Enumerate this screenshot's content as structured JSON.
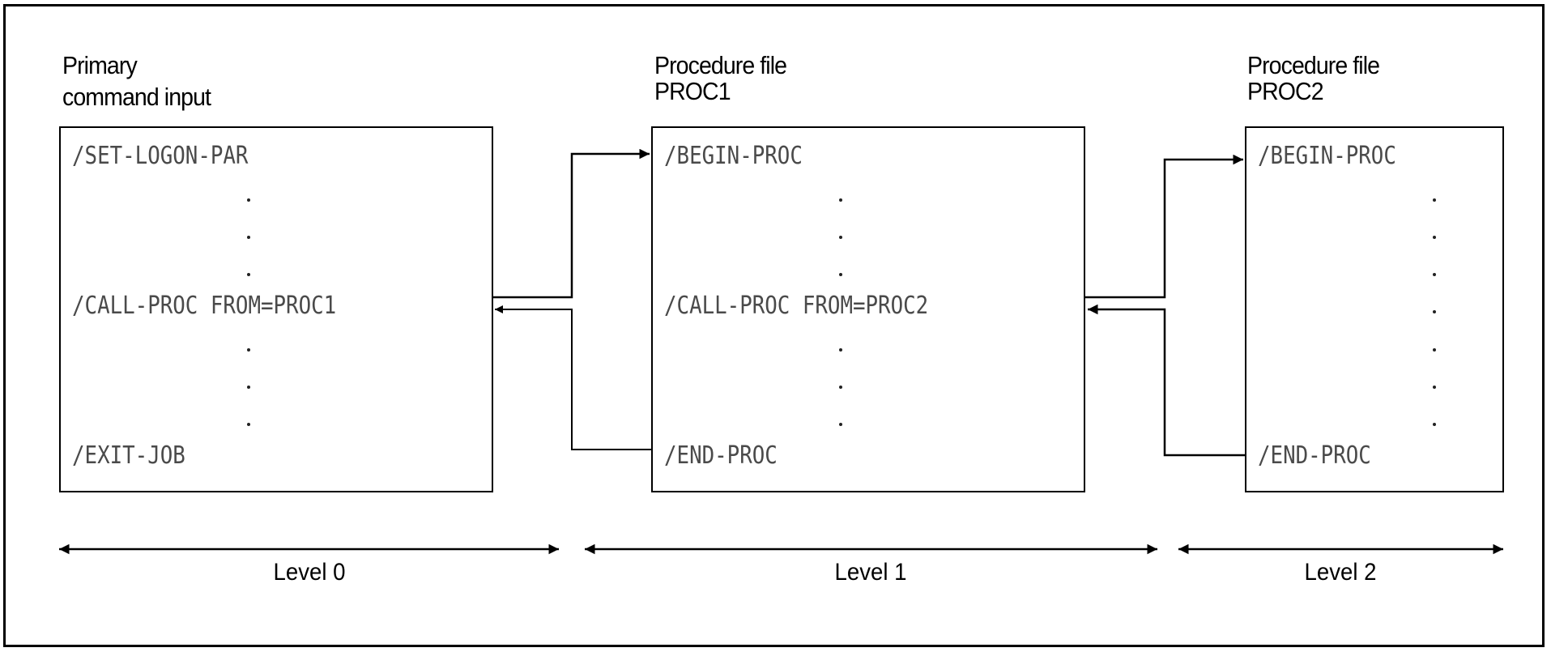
{
  "diagram": {
    "columns": [
      {
        "title_lines": [
          "Primary",
          "command input"
        ],
        "lines": [
          "/SET-LOGON-PAR",
          "/CALL-PROC FROM=PROC1",
          "/EXIT-JOB"
        ],
        "level_label": "Level 0"
      },
      {
        "title_lines": [
          "Procedure file",
          "PROC1"
        ],
        "lines": [
          "/BEGIN-PROC",
          "/CALL-PROC FROM=PROC2",
          "/END-PROC"
        ],
        "level_label": "Level 1"
      },
      {
        "title_lines": [
          "Procedure file",
          "PROC2"
        ],
        "lines": [
          "/BEGIN-PROC",
          "/END-PROC"
        ],
        "level_label": "Level 2"
      }
    ],
    "edges": [
      {
        "from": "/CALL-PROC FROM=PROC1",
        "to": "PROC1 /BEGIN-PROC",
        "kind": "call"
      },
      {
        "from": "PROC1 /END-PROC",
        "to": "/CALL-PROC FROM=PROC1",
        "kind": "return"
      },
      {
        "from": "/CALL-PROC FROM=PROC2",
        "to": "PROC2 /BEGIN-PROC",
        "kind": "call"
      },
      {
        "from": "PROC2 /END-PROC",
        "to": "/CALL-PROC FROM=PROC2",
        "kind": "return"
      }
    ]
  }
}
